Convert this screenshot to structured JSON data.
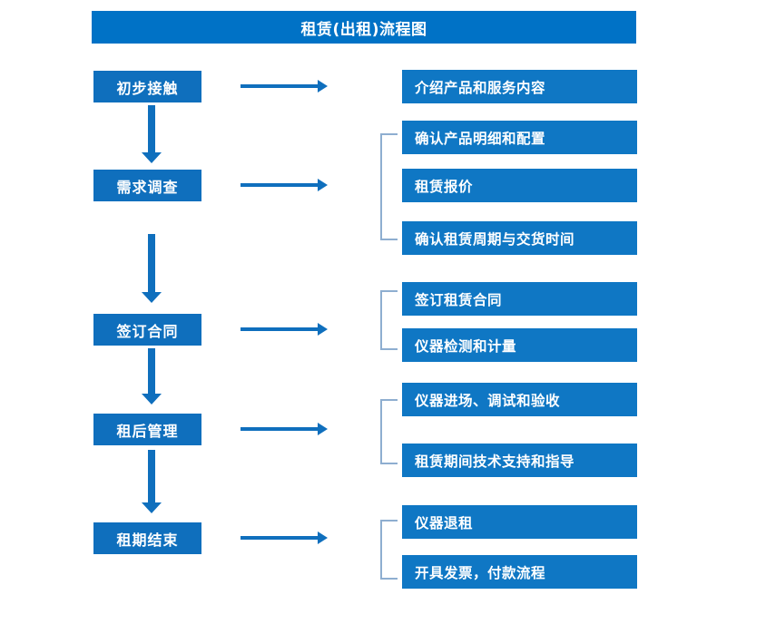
{
  "diagram": {
    "title": "租赁(出租)流程图",
    "type": "flowchart",
    "colors": {
      "title_bar": "#0072c6",
      "stage_box": "#0f6fbd",
      "detail_box": "#0f77c4",
      "arrow": "#0f6fbd",
      "bracket": "#8eaed0",
      "text": "#ffffff",
      "background": "#ffffff"
    },
    "stages": [
      {
        "label": "初步接触"
      },
      {
        "label": "需求调查"
      },
      {
        "label": "签订合同"
      },
      {
        "label": "租后管理"
      },
      {
        "label": "租期结束"
      }
    ],
    "details": [
      {
        "label": "介绍产品和服务内容"
      },
      {
        "label": "确认产品明细和配置"
      },
      {
        "label": "租赁报价"
      },
      {
        "label": "确认租赁周期与交货时间"
      },
      {
        "label": "签订租赁合同"
      },
      {
        "label": "仪器检测和计量"
      },
      {
        "label": "仪器进场、调试和验收"
      },
      {
        "label": "租赁期间技术支持和指导"
      },
      {
        "label": "仪器退租"
      },
      {
        "label": "开具发票，付款流程"
      }
    ]
  }
}
